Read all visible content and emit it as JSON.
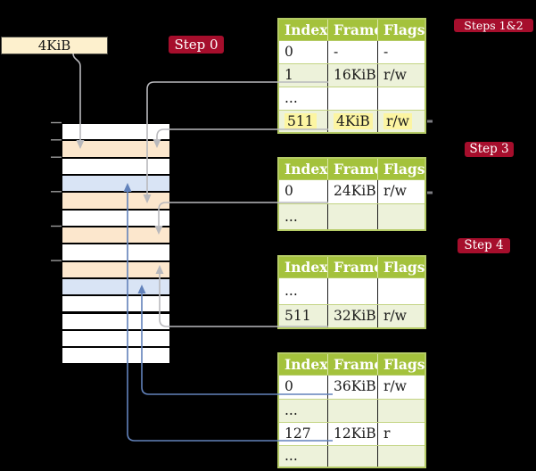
{
  "background": "#000000",
  "colors": {
    "table_header_green": "#a4c23c",
    "table_row_green": "#edf2da",
    "table_border_green": "#b5cb66",
    "highlight_yellow": "#fcf5a2",
    "memory_frame_orange": "#fce7cd",
    "memory_frame_blue": "#d9e4f5",
    "memory_frame_white": "#ffffff",
    "badge_red": "#a60e2c",
    "arrow_gray": "#b9b9bd",
    "arrow_blue": "#6282bb",
    "label_box_cream": "#fdf0cd"
  },
  "page_size_box": {
    "label": "4KiB"
  },
  "badges": [
    {
      "id": "step0",
      "label": "Step 0"
    },
    {
      "id": "steps12",
      "label": "Steps 1&2"
    },
    {
      "id": "step3",
      "label": "Step 3"
    },
    {
      "id": "step4",
      "label": "Step 4"
    }
  ],
  "memory_column": {
    "rows": [
      "white",
      "orange",
      "white",
      "blue",
      "orange",
      "white",
      "orange",
      "white",
      "orange",
      "blue",
      "white",
      "white",
      "white",
      "white"
    ]
  },
  "tables": [
    {
      "id": "table-steps-1-2",
      "columns": [
        "Index",
        "Frame",
        "Flags"
      ],
      "rows": [
        {
          "cells": [
            "0",
            "-",
            "-"
          ],
          "shaded": false,
          "highlight": false,
          "link": null
        },
        {
          "cells": [
            "1",
            "16KiB",
            "r/w"
          ],
          "shaded": true,
          "highlight": false,
          "link": "gray"
        },
        {
          "cells": [
            "...",
            "",
            ""
          ],
          "shaded": false,
          "highlight": false,
          "link": null
        },
        {
          "cells": [
            "511",
            "4KiB",
            "r/w"
          ],
          "shaded": true,
          "highlight": true,
          "link": "gray"
        }
      ]
    },
    {
      "id": "table-step-3",
      "columns": [
        "Index",
        "Frame",
        "Flags"
      ],
      "rows": [
        {
          "cells": [
            "0",
            "24KiB",
            "r/w"
          ],
          "shaded": false,
          "highlight": false,
          "link": "gray"
        },
        {
          "cells": [
            "...",
            "",
            ""
          ],
          "shaded": true,
          "highlight": false,
          "link": null
        }
      ]
    },
    {
      "id": "table-step-4a",
      "columns": [
        "Index",
        "Frame",
        "Flags"
      ],
      "rows": [
        {
          "cells": [
            "...",
            "",
            ""
          ],
          "shaded": false,
          "highlight": false,
          "link": null
        },
        {
          "cells": [
            "511",
            "32KiB",
            "r/w"
          ],
          "shaded": true,
          "highlight": false,
          "link": "gray"
        }
      ]
    },
    {
      "id": "table-step-4b",
      "columns": [
        "Index",
        "Frame",
        "Flags"
      ],
      "rows": [
        {
          "cells": [
            "0",
            "36KiB",
            "r/w"
          ],
          "shaded": false,
          "highlight": false,
          "link": "blue"
        },
        {
          "cells": [
            "...",
            "",
            ""
          ],
          "shaded": true,
          "highlight": false,
          "link": null
        },
        {
          "cells": [
            "127",
            "12KiB",
            "r"
          ],
          "shaded": false,
          "highlight": false,
          "link": "blue"
        },
        {
          "cells": [
            "...",
            "",
            ""
          ],
          "shaded": true,
          "highlight": false,
          "link": null
        }
      ]
    }
  ],
  "connectors": [
    {
      "from": "page-size-label",
      "to": "memory-row-2",
      "color": "gray"
    },
    {
      "from": "table-steps-1-2-row-1",
      "to": "memory-row-5",
      "color": "gray"
    },
    {
      "from": "table-steps-1-2-row-511",
      "to": "memory-row-2",
      "color": "gray"
    },
    {
      "from": "table-step-3-row-0",
      "to": "memory-row-7",
      "color": "gray"
    },
    {
      "from": "table-step-4a-row-511",
      "to": "memory-row-9",
      "color": "gray"
    },
    {
      "from": "table-step-4b-row-0",
      "to": "memory-row-10",
      "color": "blue"
    },
    {
      "from": "table-step-4b-row-127",
      "to": "memory-row-4",
      "color": "blue"
    }
  ]
}
